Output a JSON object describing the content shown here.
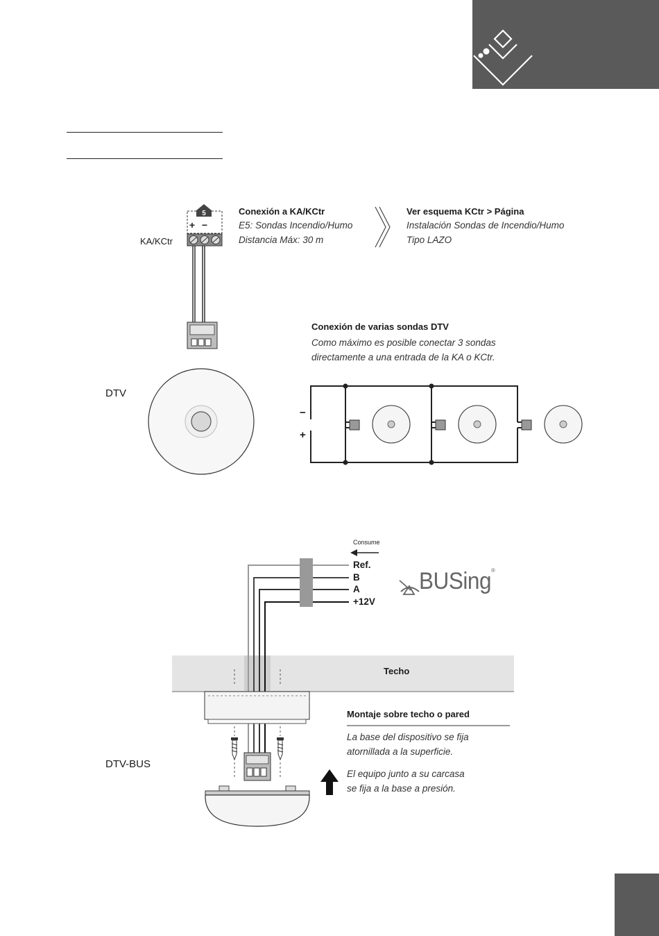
{
  "header": {
    "logo_icon": "diamond-chevron-logo-icon",
    "block_color": "#5a5a5a"
  },
  "section1": {
    "module_label": "KA/KCtr",
    "terminal_number": "5",
    "terminal_plus": "+",
    "terminal_minus": "−",
    "connection": {
      "title": "Conexión a KA/KCtr",
      "line1": "E5: Sondas Incendio/Humo",
      "line2": "Distancia Máx: 30 m"
    },
    "see_also": {
      "title": "Ver esquema KCtr > Página",
      "line1": "Instalación Sondas de Incendio/Humo",
      "line2": "Tipo LAZO"
    },
    "multi": {
      "title": "Conexión de varias sondas DTV",
      "line1": "Como máximo es posible conectar 3 sondas",
      "line2": "directamente a una entrada de la KA o KCtr."
    },
    "device_label": "DTV",
    "minus_label": "−",
    "plus_label": "+"
  },
  "section2": {
    "consume_label": "Consume",
    "bus_lines": [
      "Ref.",
      "B",
      "A",
      "+12V"
    ],
    "brand": "BUSing",
    "brand_mark": "®",
    "ceiling_label": "Techo",
    "mount": {
      "title": "Montaje sobre techo o pared",
      "line1": "La base del dispositivo se fija",
      "line2": "atornillada a la superficie.",
      "line3": "El equipo junto a su carcasa",
      "line4": "se fija a la base a presión."
    },
    "device_label": "DTV-BUS"
  }
}
